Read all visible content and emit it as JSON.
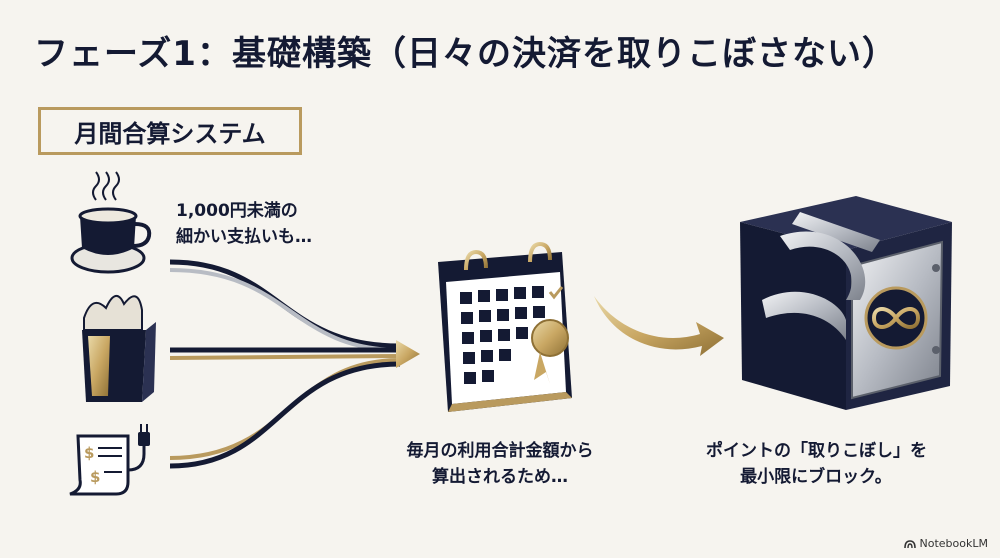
{
  "title": "フェーズ1：基礎構築（日々の決済を取りこぼさない）",
  "subtitle": "月間合算システム",
  "captions": {
    "small_payments": [
      "1,000円未満の",
      "細かい支払いも…"
    ],
    "calendar": [
      "毎月の利用合計金額から",
      "算出されるため…"
    ],
    "safe": [
      "ポイントの「取りこぼし」を",
      "最小限にブロック。"
    ]
  },
  "icons": [
    "coffee-cup-icon",
    "grocery-bag-icon",
    "receipt-icon",
    "calendar-icon",
    "gold-arrow-icon",
    "safe-icon",
    "infinity-icon"
  ],
  "footer": "NotebookLM",
  "colors": {
    "navy": "#141a33",
    "gold": "#b99a5e",
    "silver": "#b8bcc4",
    "background": "#f6f4ef"
  }
}
